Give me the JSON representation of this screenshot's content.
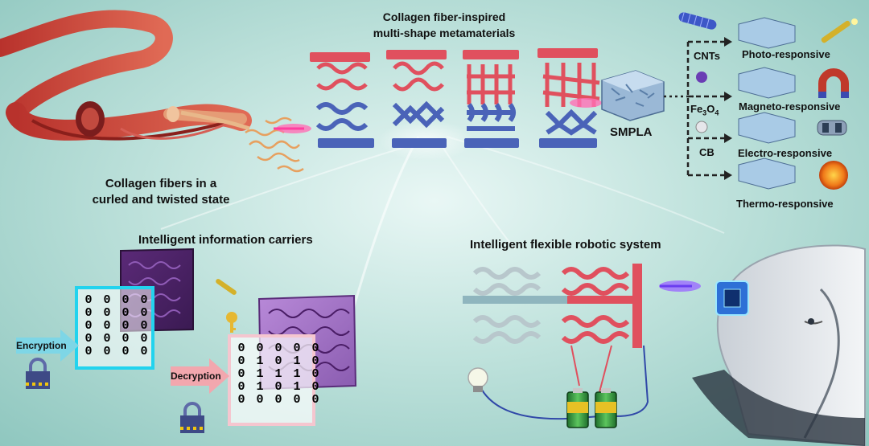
{
  "title": {
    "line1": "Collagen fiber-inspired",
    "line2": "multi-shape metamaterials"
  },
  "collagen_caption": {
    "line1": "Collagen fibers in a",
    "line2": "curled and twisted state"
  },
  "smpla_label": "SMPLA",
  "fillers": [
    "CNTs",
    "CB"
  ],
  "fe3o4": {
    "base": "Fe",
    "sub1": "3",
    "mid": "O",
    "sub2": "4"
  },
  "responses": [
    "Photo-responsive",
    "Magneto-responsive",
    "Electro-responsive",
    "Thermo-responsive"
  ],
  "info_carriers_title": "Intelligent information carriers",
  "robotic_title": "Intelligent flexible robotic system",
  "encryption_label": "Encryption",
  "decryption_label": "Decryption",
  "encrypted_grid": [
    [
      "0",
      "0",
      "0",
      "0"
    ],
    [
      "0",
      "0",
      "0",
      "0"
    ],
    [
      "0",
      "0",
      "0",
      "0"
    ],
    [
      "0",
      "0",
      "0",
      "0"
    ],
    [
      "0",
      "0",
      "0",
      "0"
    ]
  ],
  "decrypted_grid": [
    [
      "0",
      "0",
      "0",
      "0",
      "0"
    ],
    [
      "0",
      "1",
      "0",
      "1",
      "0"
    ],
    [
      "0",
      "1",
      "1",
      "1",
      "0"
    ],
    [
      "0",
      "1",
      "0",
      "1",
      "0"
    ],
    [
      "0",
      "0",
      "0",
      "0",
      "0"
    ]
  ],
  "colors": {
    "red": "#e0505e",
    "blue": "#4a63b8",
    "purple": "#7a3f9a",
    "cyan": "#22d3ee"
  }
}
